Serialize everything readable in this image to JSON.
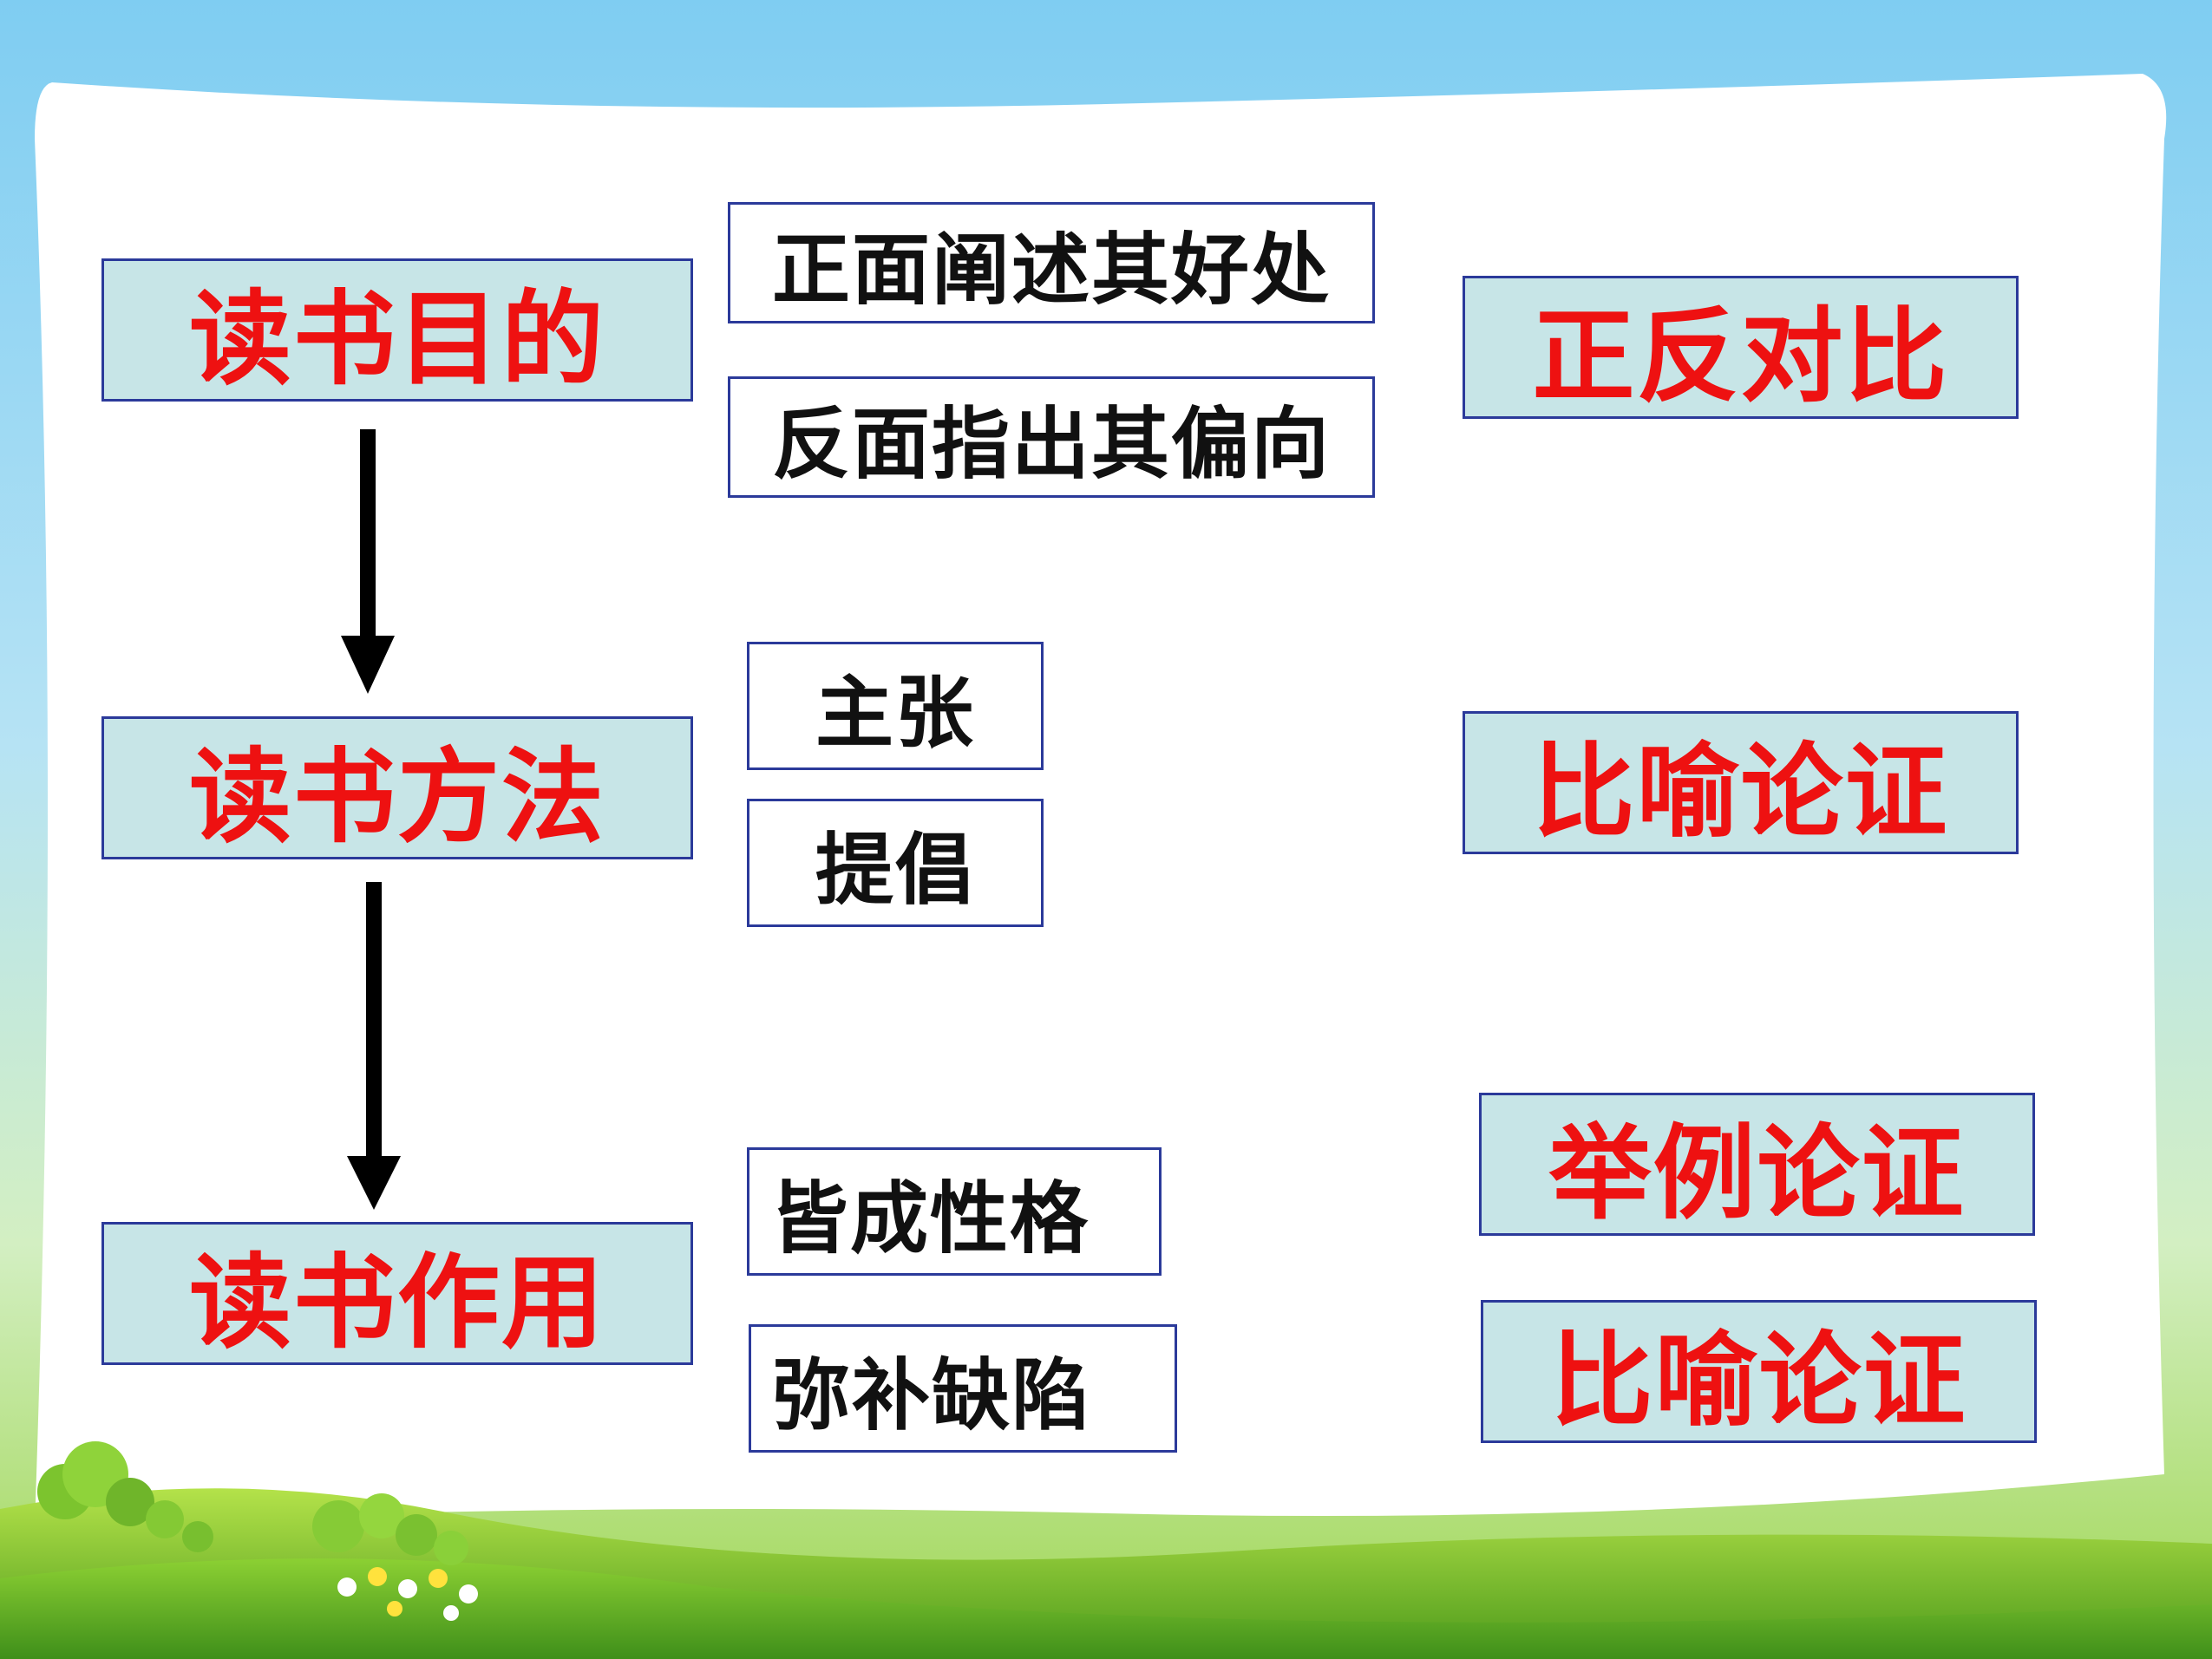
{
  "diagram": {
    "topics": [
      {
        "label": "读书目的"
      },
      {
        "label": "读书方法"
      },
      {
        "label": "读书作用"
      }
    ],
    "details": [
      {
        "label": "正面阐述其好处"
      },
      {
        "label": "反面指出其偏向"
      },
      {
        "label": "主张"
      },
      {
        "label": "提倡"
      },
      {
        "label": "皆成性格"
      },
      {
        "label": "弥补缺陷"
      }
    ],
    "methods": [
      {
        "label": "正反对比"
      },
      {
        "label": "比喻论证"
      },
      {
        "label": "举例论证"
      },
      {
        "label": "比喻论证"
      }
    ]
  },
  "colors": {
    "sky_top": "#7fcdf2",
    "card": "#ffffff",
    "grass_light": "#a6dc3a",
    "grass_dark": "#5aa51f",
    "box_fill": "#c7e5e7",
    "box_border": "#2b3a9a",
    "highlight_text": "#ee1111",
    "body_text": "#111111"
  }
}
